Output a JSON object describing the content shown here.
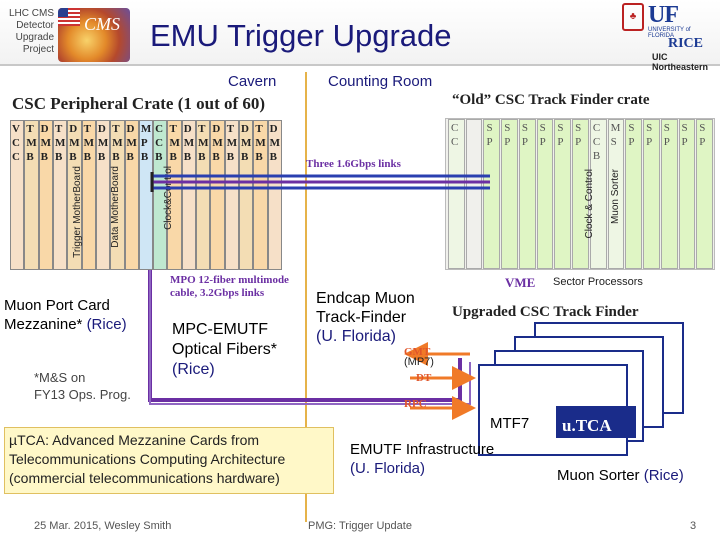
{
  "header": {
    "project_lines": [
      "LHC CMS",
      "Detector",
      "Upgrade",
      "Project"
    ],
    "title": "EMU Trigger Upgrade",
    "logo_cms_text": "CMS",
    "logo_uf": "UF",
    "logo_uf_sub": "UNIVERSITY of FLORIDA",
    "logo_rice": "RICE",
    "logo_uic": "UIC Northeastern"
  },
  "regions": {
    "cavern": "Cavern",
    "counting_room": "Counting Room"
  },
  "peripheral_crate": {
    "title": "CSC Peripheral Crate (1 out of 60)",
    "slot_tops": [
      "V",
      "T",
      "D",
      "T",
      "D",
      "T",
      "D",
      "T",
      "D",
      "M",
      "C",
      "T",
      "D",
      "T",
      "D",
      "T",
      "D",
      "T",
      "D"
    ],
    "slot_mids": [
      "C",
      "M",
      "M",
      "M",
      "M",
      "M",
      "M",
      "M",
      "M",
      "P",
      "C",
      "M",
      "M",
      "M",
      "M",
      "M",
      "M",
      "M",
      "M"
    ],
    "slot_bots": [
      "C",
      "B",
      "B",
      "B",
      "B",
      "B",
      "B",
      "B",
      "B",
      "B",
      "B",
      "B",
      "B",
      "B",
      "B",
      "B",
      "B",
      "B",
      "B"
    ],
    "label_tmb": "Trigger MotherBoard",
    "label_dmb": "Data MotherBoard",
    "label_ccb": "Clock&Control"
  },
  "old_track_finder": {
    "title": "“Old” CSC Track Finder crate",
    "slots": [
      {
        "t": "C",
        "m": "C",
        "b": ""
      },
      {
        "t": "",
        "m": "",
        "b": ""
      },
      {
        "t": "S",
        "m": "P",
        "b": ""
      },
      {
        "t": "S",
        "m": "P",
        "b": ""
      },
      {
        "t": "S",
        "m": "P",
        "b": ""
      },
      {
        "t": "S",
        "m": "P",
        "b": ""
      },
      {
        "t": "S",
        "m": "P",
        "b": ""
      },
      {
        "t": "S",
        "m": "P",
        "b": ""
      },
      {
        "t": "C",
        "m": "C",
        "b": "B"
      },
      {
        "t": "M",
        "m": "S",
        "b": ""
      },
      {
        "t": "S",
        "m": "P",
        "b": ""
      },
      {
        "t": "S",
        "m": "P",
        "b": ""
      },
      {
        "t": "S",
        "m": "P",
        "b": ""
      },
      {
        "t": "S",
        "m": "P",
        "b": ""
      },
      {
        "t": "S",
        "m": "P",
        "b": ""
      }
    ],
    "label_clock": "Clock & Control",
    "label_sorter": "Muon Sorter"
  },
  "annotations": {
    "three_links": "Three 1.6Gbps links",
    "mpo_line1": "MPO 12-fiber multimode",
    "mpo_line2": "cable, 3.2Gbps links",
    "vme": "VME",
    "sector_processors": "Sector Processors",
    "muon_port_line1": "Muon Port Card",
    "muon_port_line2": "Mezzanine*",
    "rice": "(Rice)",
    "ms_line1": "*M&S on",
    "ms_line2": "FY13 Ops. Prog.",
    "mpc_line1": "MPC-EMUTF",
    "mpc_line2": "Optical Fibers*",
    "mpc_line3": "(Rice)",
    "endcap_line1": "Endcap Muon",
    "endcap_line2": "Track-Finder",
    "endcap_line3": "(U. Florida)"
  },
  "upgraded": {
    "title": "Upgraded CSC Track Finder",
    "gmt": "GMT",
    "mp7": "(MP7)",
    "dt": "DT",
    "rpc": "RPC",
    "mtf7": "MTF7",
    "utca": "u.TCA",
    "emutf_line1": "EMUTF Infrastructure",
    "emutf_line2": "(U. Florida)",
    "sorter": "Muon Sorter",
    "sorter_rice": "(Rice)"
  },
  "utca_note": {
    "line1": "µTCA: Advanced Mezzanine Cards from",
    "line2": "Telecommunications Computing Architecture",
    "line3": "(commercial telecommunications hardware)"
  },
  "footer": {
    "left": "25 Mar. 2015, Wesley Smith",
    "center": "PMG: Trigger Update",
    "page": "3"
  },
  "colors": {
    "title": "#1a1a7a",
    "fiber_purple": "#6b2fa3",
    "link_blue": "#2a3fb0",
    "arrow_orange": "#f07a28",
    "card_navy": "#1a2c8a"
  }
}
